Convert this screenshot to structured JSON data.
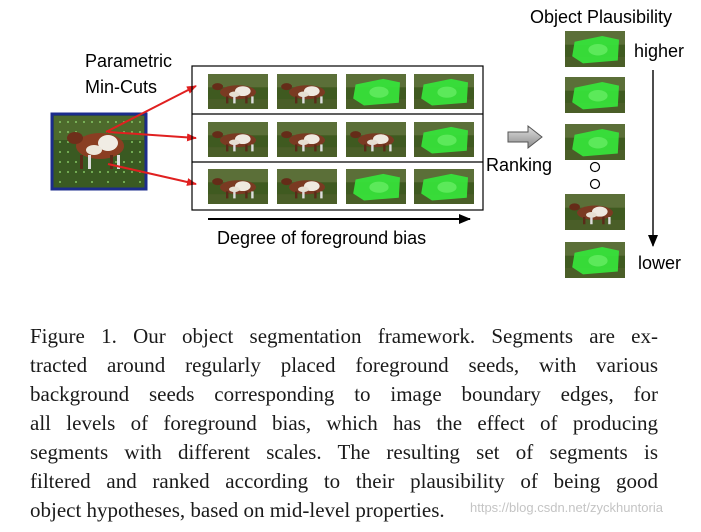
{
  "figure": {
    "labels": {
      "parametric_line1": "Parametric",
      "parametric_line2": "Min-Cuts",
      "degree": "Degree of foreground bias",
      "ranking": "Ranking",
      "plausibility_title": "Object Plausibility",
      "higher": "higher",
      "lower": "lower"
    },
    "grid": {
      "rows": 3,
      "cols": 4,
      "green_cells": [
        [
          false,
          false,
          true,
          true
        ],
        [
          false,
          false,
          false,
          true
        ],
        [
          false,
          false,
          true,
          true
        ]
      ]
    },
    "ranked_segments": [
      "green",
      "green",
      "green",
      "plain",
      "green"
    ],
    "colors": {
      "arrow_red": "#e02020",
      "input_border": "#1c2c8c",
      "segment_green": "#37e23a",
      "cow_brown": "#7a3a22",
      "grass": "#3f5a20"
    }
  },
  "caption": {
    "lines": [
      "Figure 1. Our object segmentation framework.  Segments are ex-",
      "tracted around regularly placed foreground seeds, with various",
      "background seeds corresponding to image boundary edges, for",
      "all levels of foreground bias, which has the effect of producing",
      "segments with different scales.  The resulting set of segments is",
      "filtered and ranked according to their plausibility of being good",
      "object hypotheses, based on mid-level properties."
    ]
  },
  "watermark": "https://blog.csdn.net/zyckhuntoria"
}
